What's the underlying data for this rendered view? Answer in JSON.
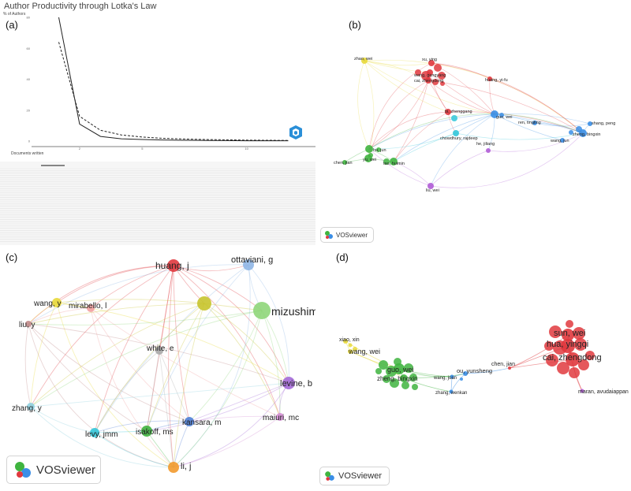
{
  "panel_a": {
    "label": "(a)",
    "chart_data": {
      "type": "line",
      "title": "Author Productivity through Lotka's Law",
      "ylabel": "% of Authors",
      "xlabel": "Documents written",
      "x_ticks": [
        "2",
        "5",
        "10"
      ],
      "y_ticks": [
        "0",
        "20",
        "40",
        "60",
        "80"
      ],
      "ylim": [
        0,
        80
      ],
      "series": [
        {
          "style": "solid",
          "x": [
            1,
            2,
            3,
            4,
            5,
            6,
            7,
            8,
            9,
            10,
            11,
            12
          ],
          "y": [
            80,
            11,
            3,
            1.5,
            1,
            0.7,
            0.5,
            0.4,
            0.3,
            0.2,
            0.2,
            0.2
          ]
        },
        {
          "style": "dashed",
          "x": [
            1,
            2,
            3,
            4,
            5,
            6,
            7,
            8,
            9,
            10,
            11,
            12
          ],
          "y": [
            64,
            16,
            7,
            4,
            2.6,
            1.8,
            1.3,
            1,
            0.8,
            0.6,
            0.5,
            0.4
          ]
        }
      ]
    }
  },
  "panel_b": {
    "label": "(b)",
    "nodes": [
      {
        "label": "zhao, wei",
        "color": "#e8d93a"
      },
      {
        "label": "xu, ying",
        "color": "#e0393e"
      },
      {
        "label": "wang, gangyang",
        "color": "#e0393e"
      },
      {
        "label": "cai, zhengdong",
        "color": "#e0393e"
      },
      {
        "label": "huang, yi-fu",
        "color": "#e0393e"
      },
      {
        "label": "bi, zhenggang",
        "color": "#e0393e"
      },
      {
        "label": "guo, wei",
        "color": "#3a8ee6"
      },
      {
        "label": "ren, tingting",
        "color": "#3a8ee6"
      },
      {
        "label": "shang, peng",
        "color": "#3a8ee6"
      },
      {
        "label": "zheng, bingxin",
        "color": "#3a8ee6"
      },
      {
        "label": "wang, jun",
        "color": "#3a8ee6"
      },
      {
        "label": "chowdhury, rajdeep",
        "color": "#33c7d9"
      },
      {
        "label": "he, jiliang",
        "color": "#b05cd6"
      },
      {
        "label": "liu, wei",
        "color": "#b05cd6"
      },
      {
        "label": "hu, jun",
        "color": "#3fb43f"
      },
      {
        "label": "chen, jian",
        "color": "#3fb43f"
      },
      {
        "label": "yu, wei",
        "color": "#3fb43f"
      },
      {
        "label": "tao, huimin",
        "color": "#3fb43f"
      }
    ],
    "badge": "VOSviewer"
  },
  "panel_c": {
    "label": "(c)",
    "nodes": [
      {
        "label": "huang, j",
        "color": "#e0393e"
      },
      {
        "label": "ottaviani, g",
        "color": "#8fb6e6"
      },
      {
        "label": "",
        "color": "#c8c42e"
      },
      {
        "label": "mizushima, n",
        "color": "#8fd67a"
      },
      {
        "label": "wang, y",
        "color": "#e8d93a"
      },
      {
        "label": "mirabello, l",
        "color": "#f2a0a0"
      },
      {
        "label": "liu, y",
        "color": "#c08a8a"
      },
      {
        "label": "white, e",
        "color": "#aaaaaa"
      },
      {
        "label": "levine, b",
        "color": "#a46ad8"
      },
      {
        "label": "zhang, y",
        "color": "#8fd0e0"
      },
      {
        "label": "maiuri, mc",
        "color": "#d48ed4"
      },
      {
        "label": "kansara, m",
        "color": "#4f7fd6"
      },
      {
        "label": "levy, jmm",
        "color": "#33c7d9"
      },
      {
        "label": "isakoff, ms",
        "color": "#3fb43f"
      },
      {
        "label": "li, j",
        "color": "#f29a2e"
      }
    ],
    "badge": "VOSviewer"
  },
  "panel_d": {
    "label": "(d)",
    "nodes": [
      {
        "label": "xiao, xin",
        "color": "#e8d93a"
      },
      {
        "label": "wang, wei",
        "color": "#e8d93a"
      },
      {
        "label": "guo, wei",
        "color": "#3fb43f"
      },
      {
        "label": "zheng, bingxin",
        "color": "#3fb43f"
      },
      {
        "label": "wang, juan",
        "color": "#3a8ee6"
      },
      {
        "label": "ou, yunsheng",
        "color": "#3a8ee6"
      },
      {
        "label": "zhang, wenkan",
        "color": "#3a8ee6"
      },
      {
        "label": "chen, jian",
        "color": "#e0393e"
      },
      {
        "label": "sun, wei",
        "color": "#e0393e"
      },
      {
        "label": "hua, yingqi",
        "color": "#e0393e"
      },
      {
        "label": "cai, zhengdong",
        "color": "#e0393e"
      },
      {
        "label": "maran, avudaiappan",
        "color": "#b05cd6"
      }
    ],
    "badge": "VOSviewer"
  }
}
